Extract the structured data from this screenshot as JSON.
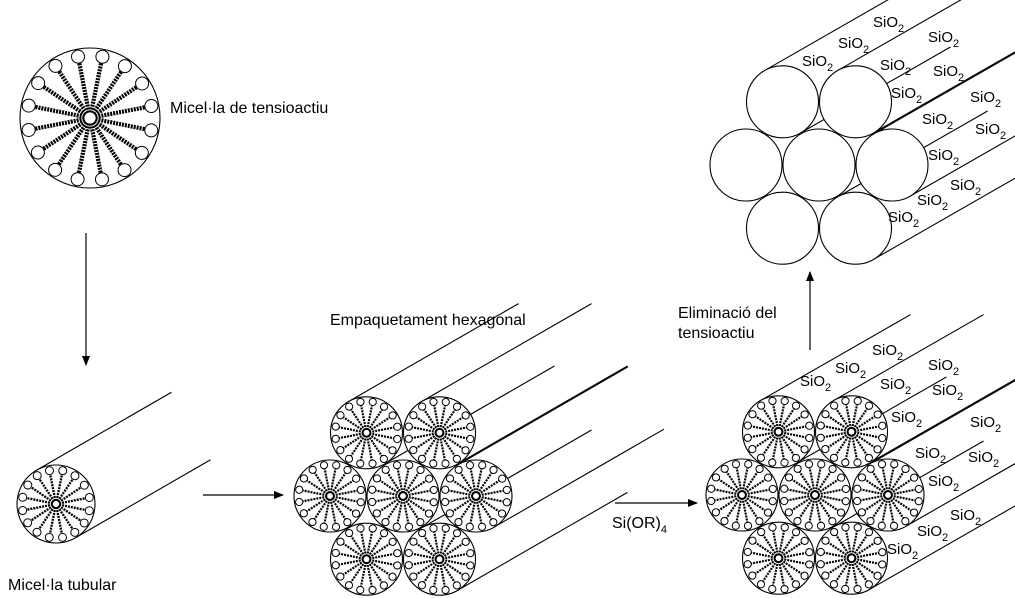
{
  "labels": {
    "micelle": "Micel·la de tensioactiu",
    "tubular": "Micel·la tubular",
    "hexagonal": "Empaquetament hexagonal",
    "reagent_base": "Si(OR)",
    "reagent_sub": "4",
    "removal_line1": "Eliminació del",
    "removal_line2": "tensioactiu"
  },
  "silica": {
    "base": "SiO",
    "sub": "2"
  },
  "colors": {
    "stroke": "#000000",
    "background": "#ffffff"
  }
}
